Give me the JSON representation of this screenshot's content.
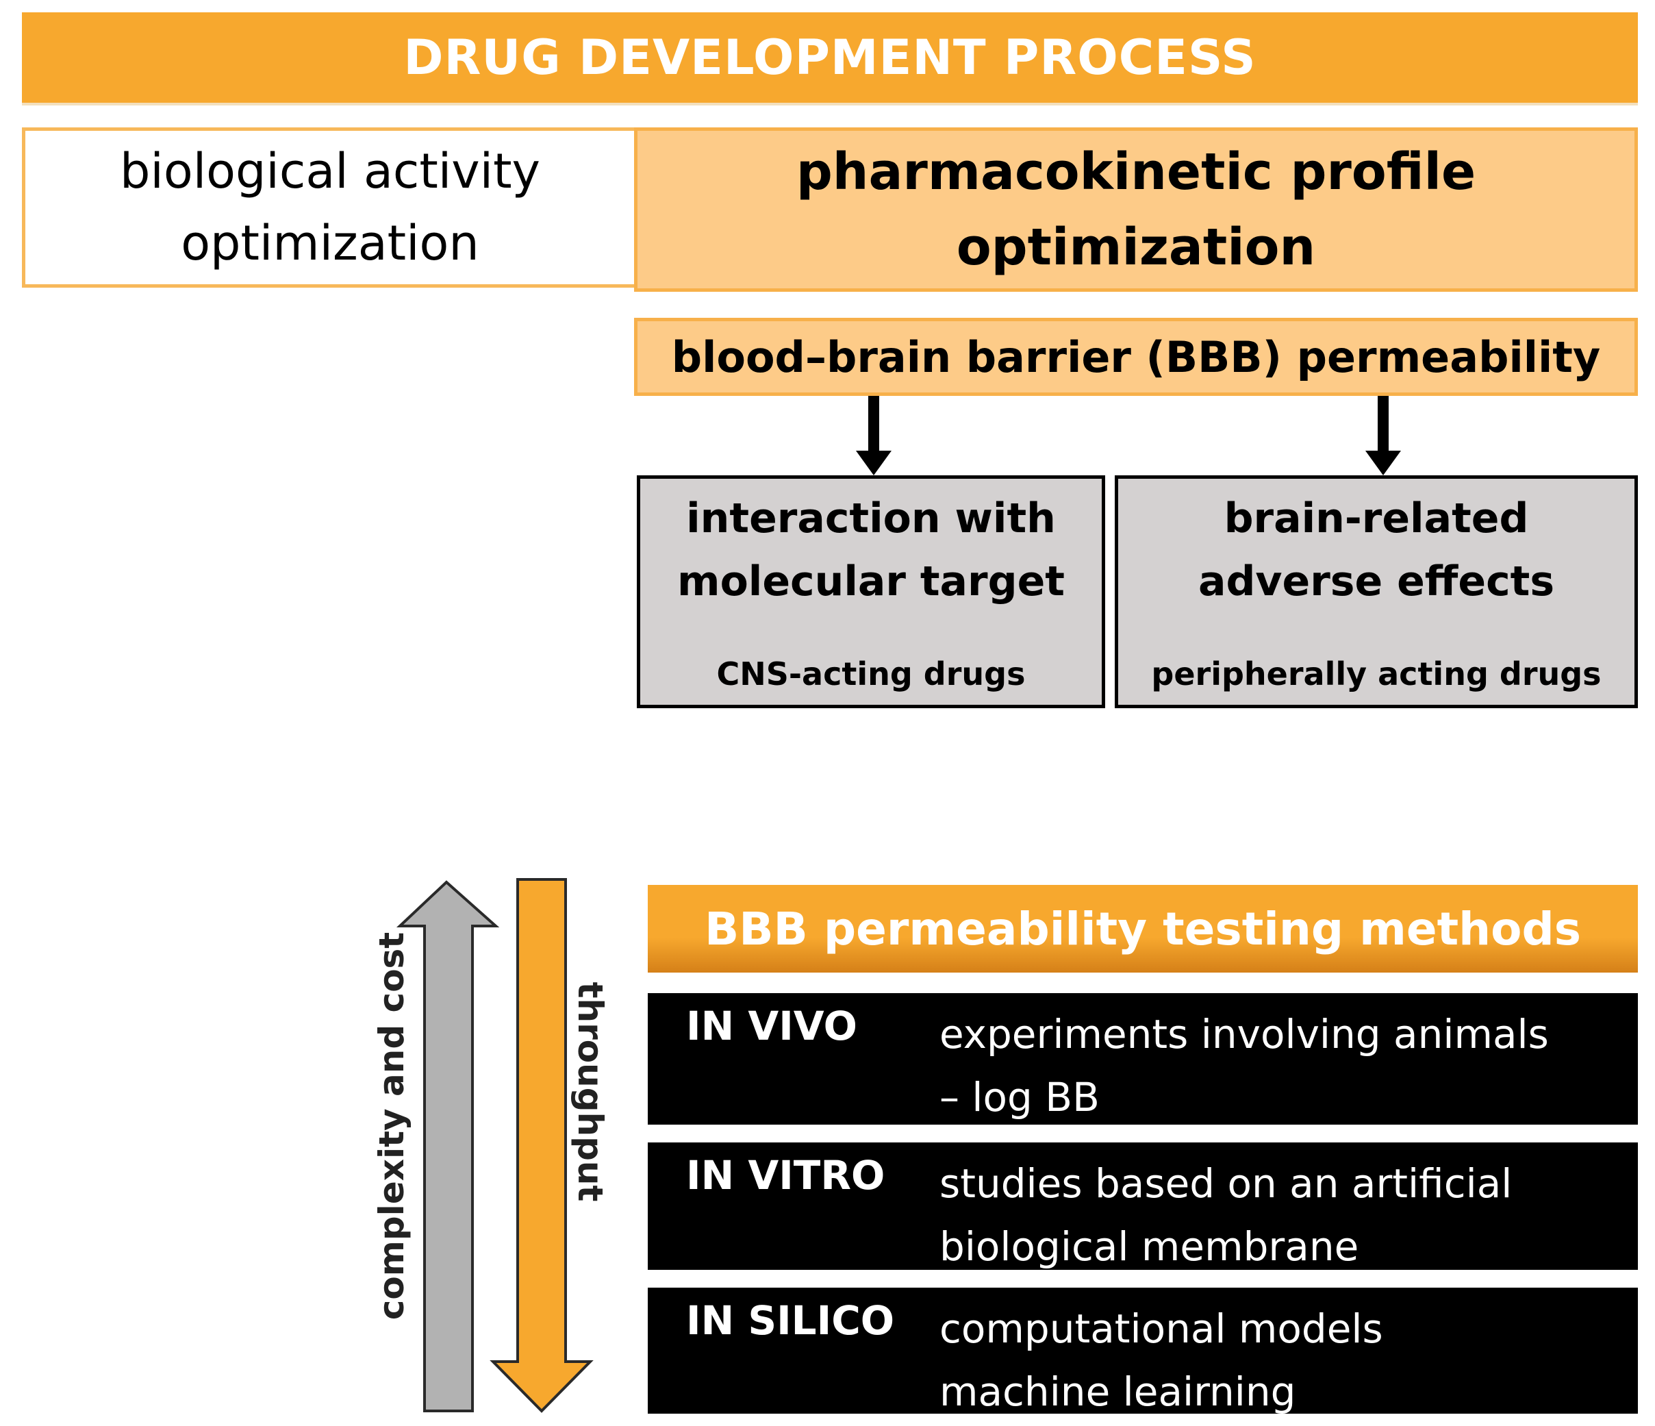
{
  "header": {
    "title": "DRUG DEVELOPMENT PROCESS"
  },
  "stages": {
    "biological": {
      "line1": "biological activity",
      "line2": "optimization"
    },
    "pharmacokinetic": {
      "line1": "pharmacokinetic profile",
      "line2": "optimization"
    }
  },
  "bbb": {
    "label": "blood–brain barrier (BBB) permeability"
  },
  "outcomes": [
    {
      "line1": "interaction with",
      "line2": "molecular target",
      "sub": "CNS-acting drugs"
    },
    {
      "line1": "brain-related",
      "line2": "adverse effects",
      "sub": "peripherally acting drugs"
    }
  ],
  "methods": {
    "title": "BBB permeability testing methods",
    "rows": [
      {
        "name": "IN VIVO",
        "desc": "experiments involving animals\n –  log BB"
      },
      {
        "name": "IN VITRO",
        "desc": "studies based on an artificial\n biological membrane"
      },
      {
        "name": "IN SILICO",
        "desc": "computational models\n machine leairning"
      }
    ]
  },
  "axes": {
    "up_label": "complexity and cost",
    "down_label": "throughput"
  },
  "colors": {
    "orange": "#f7a82e",
    "light_orange": "#fdcb88",
    "gray_box": "#d4d1d1",
    "gray_arrow": "#b2b2b2"
  }
}
